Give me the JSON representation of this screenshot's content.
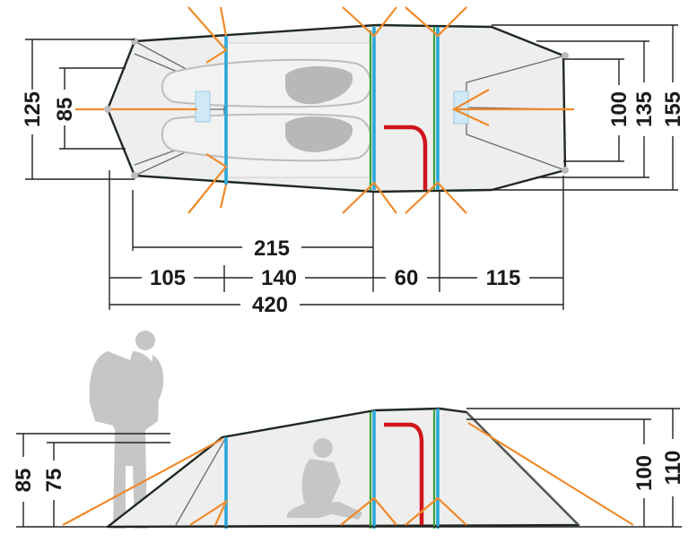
{
  "top_view": {
    "width_front": "125",
    "width_inner_front": "85",
    "width_rear": "155",
    "width_mid_rear": "135",
    "width_inner_rear": "100",
    "length_inner": "215",
    "seg_vestibule": "105",
    "seg_cabin": "140",
    "seg_mid": "60",
    "seg_rear": "115",
    "length_total": "420"
  },
  "side_view": {
    "height_front": "85",
    "height_inner_front": "75",
    "height_rear_inner": "100",
    "height_rear": "110"
  },
  "colors": {
    "pole": "#2aa7dc",
    "guyline": "#f08a2a",
    "door": "#d0151b",
    "pole_sleeve": "#3aa33a",
    "silhouette": "#c6c6c6"
  },
  "icons": [
    "person-standing-silhouette",
    "person-sitting-silhouette",
    "sleeping-bag-icon"
  ]
}
